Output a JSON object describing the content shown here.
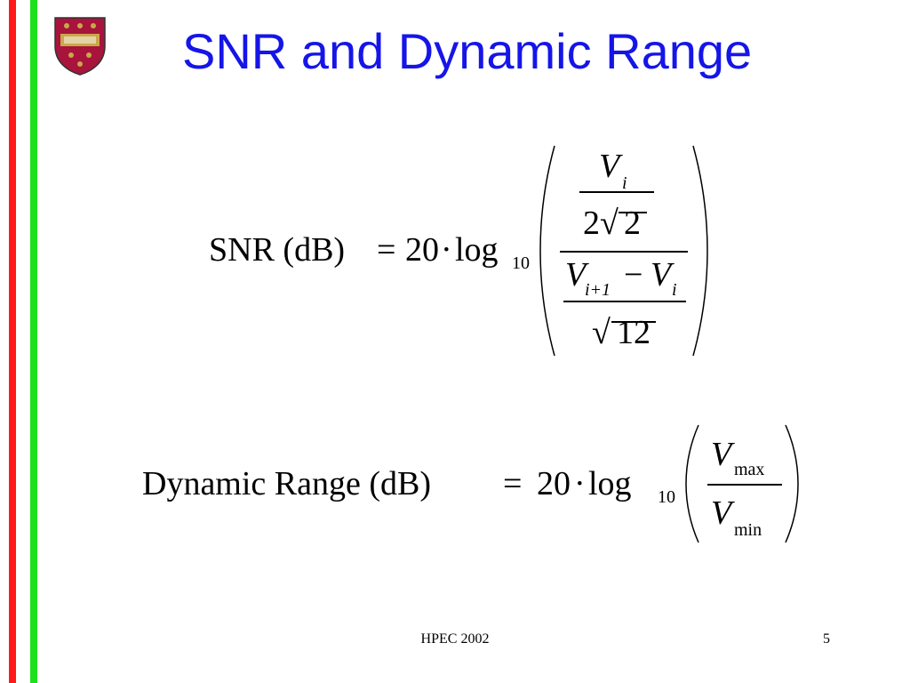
{
  "colors": {
    "title": "#1515e8",
    "bar_red": "#ff1a1a",
    "bar_green": "#1ee01e",
    "logo_red": "#a8143c",
    "logo_gold": "#c8a84a"
  },
  "slide": {
    "title": "SNR and Dynamic Range",
    "footer_text": "HPEC 2002",
    "page_number": "5"
  },
  "eq_snr": {
    "lhs": "SNR (dB)",
    "equals": "=",
    "coef": "20",
    "dot": "·",
    "log": "log",
    "base": "10",
    "top_V": "V",
    "top_i": "i",
    "two": "2",
    "sqrt": "√",
    "two2": "2",
    "V1": "V",
    "sub1": "i+1",
    "minus": "−",
    "V2": "V",
    "sub2": "i",
    "twelve": "12"
  },
  "eq_dr": {
    "lhs": "Dynamic Range (dB)",
    "equals": "=",
    "coef": "20",
    "dot": "·",
    "log": "log",
    "base": "10",
    "Vnum": "V",
    "sub_max": "max",
    "Vden": "V",
    "sub_min": "min"
  }
}
